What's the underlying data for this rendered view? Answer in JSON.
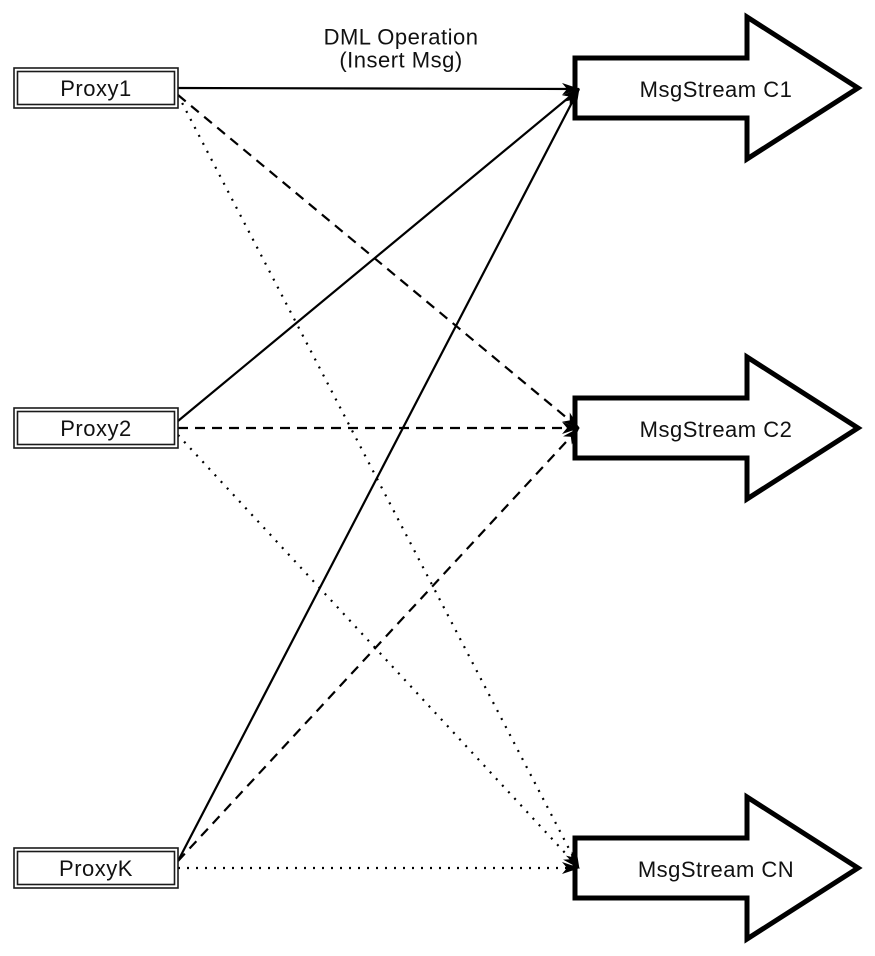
{
  "title": {
    "line1": "DML Operation",
    "line2": "(Insert Msg)"
  },
  "proxies": [
    {
      "id": "proxy1",
      "label": "Proxy1"
    },
    {
      "id": "proxy2",
      "label": "Proxy2"
    },
    {
      "id": "proxyK",
      "label": "ProxyK"
    }
  ],
  "streams": [
    {
      "id": "c1",
      "label": "MsgStream C1"
    },
    {
      "id": "c2",
      "label": "MsgStream C2"
    },
    {
      "id": "cn",
      "label": "MsgStream CN"
    }
  ],
  "edges": [
    {
      "from": "proxy1",
      "to": "c1",
      "style": "solid"
    },
    {
      "from": "proxy1",
      "to": "c2",
      "style": "dashed"
    },
    {
      "from": "proxy1",
      "to": "cn",
      "style": "dotted"
    },
    {
      "from": "proxy2",
      "to": "c1",
      "style": "solid"
    },
    {
      "from": "proxy2",
      "to": "c2",
      "style": "dashed"
    },
    {
      "from": "proxy2",
      "to": "cn",
      "style": "dotted"
    },
    {
      "from": "proxyK",
      "to": "c1",
      "style": "solid"
    },
    {
      "from": "proxyK",
      "to": "c2",
      "style": "dashed"
    },
    {
      "from": "proxyK",
      "to": "cn",
      "style": "dotted"
    }
  ],
  "colors": {
    "stroke": "#000000",
    "node_stroke": "#1a1a1a",
    "fill": "#ffffff",
    "text": "#111111"
  }
}
